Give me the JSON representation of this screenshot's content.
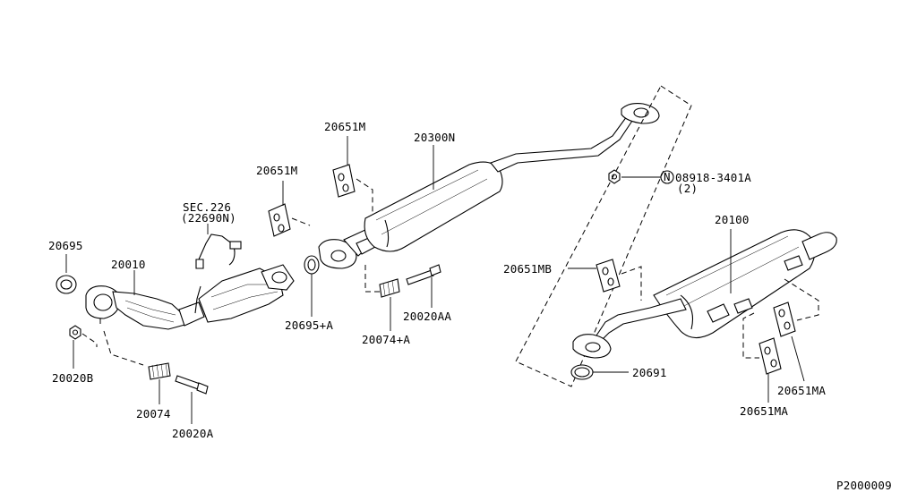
{
  "labels": {
    "p20695": "20695",
    "p20010": "20010",
    "p20020B": "20020B",
    "p20074": "20074",
    "p20020A": "20020A",
    "sec226": "SEC.226",
    "sec226_sub": "(22690N)",
    "p20651M_a": "20651M",
    "p20651M_b": "20651M",
    "p20300N": "20300N",
    "p20695A": "20695+A",
    "p20074A": "20074+A",
    "p20020AA": "20020AA",
    "nut_code": "08918-3401A",
    "nut_symbol": "N",
    "nut_qty": "(2)",
    "p20100": "20100",
    "p20651MB": "20651MB",
    "p20691": "20691",
    "p20651MA_a": "20651MA",
    "p20651MA_b": "20651MA",
    "figure_id": "P2000009"
  }
}
